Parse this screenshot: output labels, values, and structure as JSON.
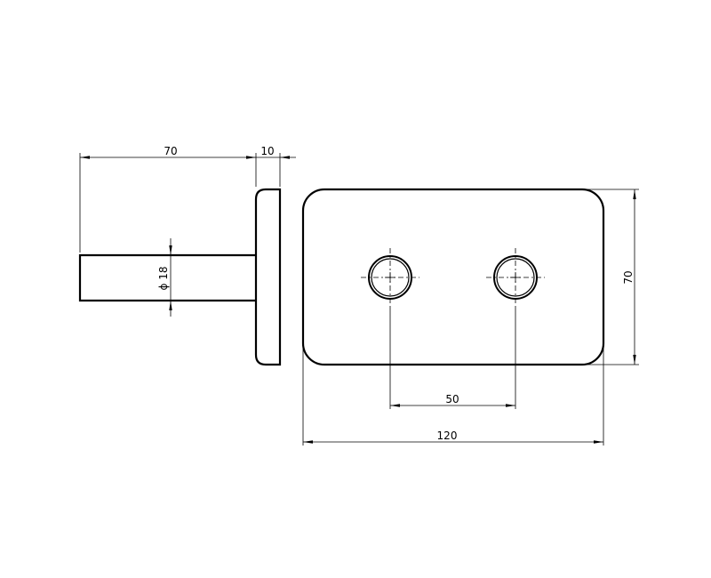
{
  "drawing": {
    "type": "technical-drawing",
    "views": [
      "side-view",
      "front-view"
    ],
    "dimensions": {
      "shaft_length": "70",
      "plate_thickness": "10",
      "shaft_diameter": "ϕ 18",
      "plate_height": "70",
      "hole_spacing": "50",
      "plate_width": "120"
    }
  }
}
